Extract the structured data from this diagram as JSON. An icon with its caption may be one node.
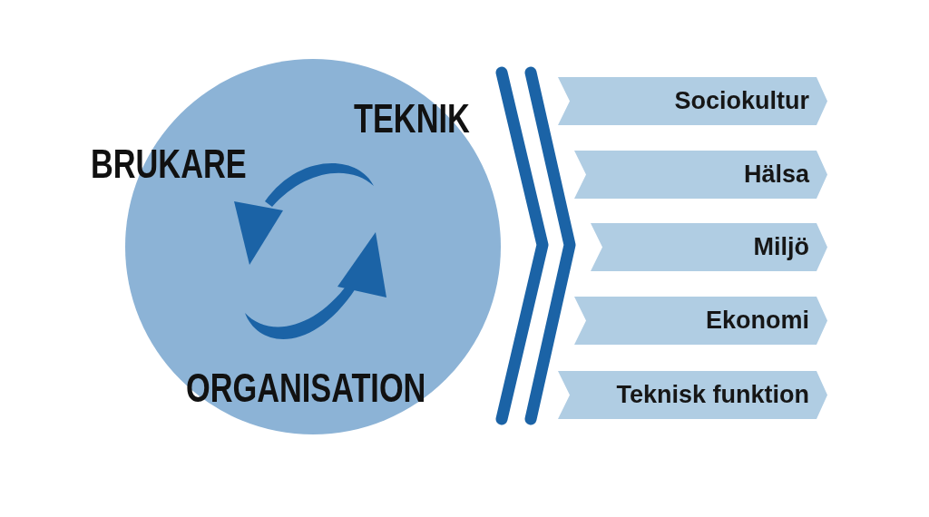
{
  "diagram": {
    "nodes": [
      {
        "text": [
          "TEKNIK",
          "BRUKARE",
          "ORGANISATION"
        ]
      },
      {
        "text": [
          "Sociokultur"
        ]
      },
      {
        "text": [
          "Hälsa"
        ]
      },
      {
        "text": [
          "Miljö"
        ]
      },
      {
        "text": [
          "Ekonomi"
        ]
      },
      {
        "text": [
          "Teknisk funktion"
        ]
      }
    ]
  }
}
